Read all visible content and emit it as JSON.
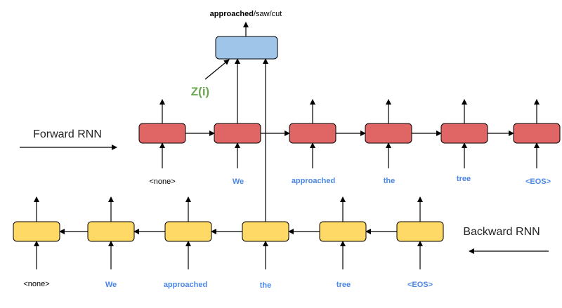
{
  "colors": {
    "forward_cell": "#e06666",
    "backward_cell": "#ffd966",
    "attention_cell": "#9fc5e8",
    "token_blue": "#4a86e8",
    "z_green": "#6aa84f",
    "stroke": "#000000"
  },
  "output": {
    "bold_part": "approached",
    "rest_part": "/saw/cut"
  },
  "z_label": "Z(i)",
  "forward": {
    "title": "Forward RNN",
    "tokens": [
      "<none>",
      "We",
      "approached",
      "the",
      "tree",
      "<EOS>"
    ]
  },
  "backward": {
    "title": "Backward RNN",
    "tokens": [
      "<none>",
      "We",
      "approached",
      "the",
      "tree",
      "<EOS>"
    ]
  }
}
